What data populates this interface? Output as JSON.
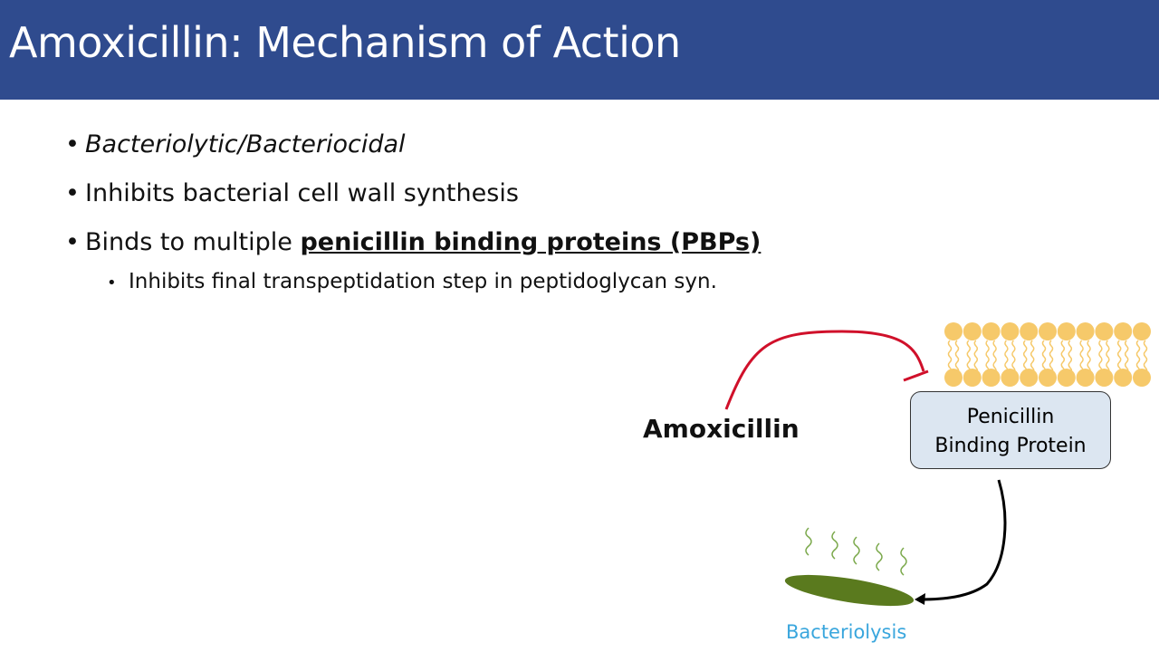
{
  "title": "Amoxicillin: Mechanism of Action",
  "bullets": [
    {
      "text": "Bacteriolytic/Bacteriocidal"
    },
    {
      "text": "Inhibits bacterial cell wall synthesis"
    },
    {
      "prefix": "Binds to multiple ",
      "emphasis": "penicillin binding proteins (PBPs)"
    }
  ],
  "sub_bullets": [
    "Inhibits final transpeptidation step in peptidoglycan syn."
  ],
  "diagram": {
    "drug": "Amoxicillin",
    "target_line1": "Penicillin",
    "target_line2": "Binding Protein",
    "outcome": "Bacteriolysis",
    "colors": {
      "inhibit": "#d0102a",
      "membrane": "#f6c96a",
      "box": "#dce6f1",
      "outcome": "#39a6dd"
    }
  }
}
